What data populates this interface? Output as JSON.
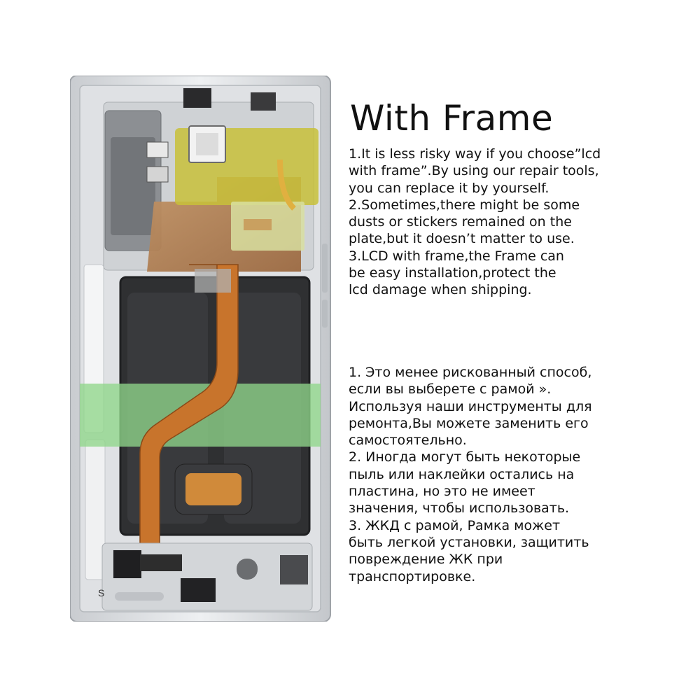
{
  "title": "With Frame",
  "english_lines": [
    "1.It is less risky way if you choose”lcd",
    "with frame”.By using our repair tools,",
    "you can replace it by yourself.",
    "2.Sometimes,there might be some",
    "dusts or stickers remained on the",
    "plate,but it doesn’t matter to use.",
    "3.LCD with frame,the Frame can",
    "be easy installation,protect the",
    "lcd damage when shipping."
  ],
  "russian_lines": [
    "1. Это менее рискованный способ,",
    "если вы выберете с рамой ».",
    "Используя наши инструменты для",
    "ремонта,Вы можете заменить его",
    "самостоятельно.",
    "2. Иногда   могут быть некоторые",
    "пыль  или  наклейки  остались на",
    "пластина, но это  не имеет",
    "значения,  чтобы  использовать.",
    "3. ЖКД с  рамой,  Рамка  может",
    "быть  легкой установки, защитить",
    "повреждение   ЖК   при",
    "транспортировке."
  ],
  "phone": {
    "label_s": "S",
    "colors": {
      "frame": "#e4e6e8",
      "board": "#b8875a",
      "battery": "#2f3032",
      "flex": "#c8742c",
      "tape": "#8fd68a"
    }
  }
}
